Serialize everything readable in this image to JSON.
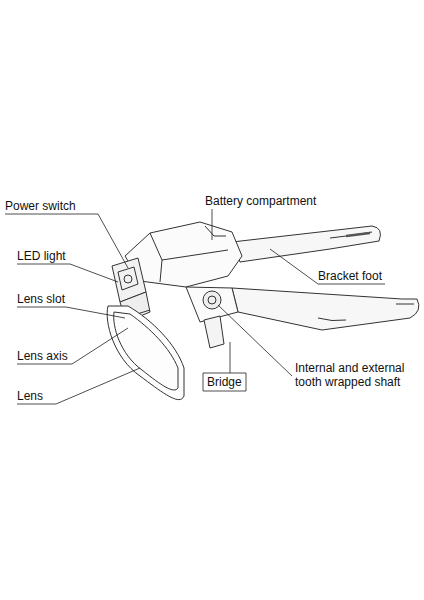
{
  "diagram": {
    "labels": [
      "Power switch",
      "Battery compartment",
      "LED light",
      "Bracket foot",
      "Lens slot",
      "Lens axis",
      "Internal and external tooth wrapped shaft",
      "Bridge",
      "Lens"
    ]
  }
}
